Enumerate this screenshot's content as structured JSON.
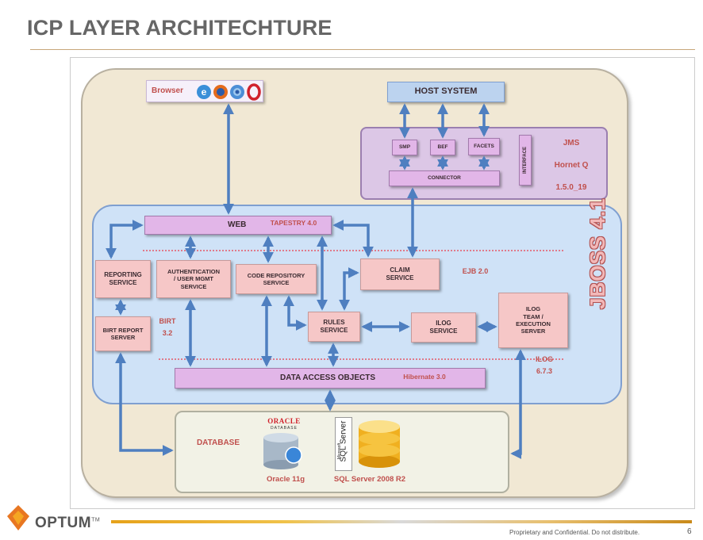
{
  "slide": {
    "title": "ICP LAYER ARCHITECHTURE",
    "logo": "OPTUM",
    "logo_tm": "TM",
    "confidential": "Proprietary and Confidential. Do not distribute.",
    "page_number": "6"
  },
  "browser": {
    "label": "Browser",
    "icons": [
      "internet-explorer-icon",
      "firefox-icon",
      "chrome-icon",
      "opera-icon"
    ]
  },
  "host": {
    "label": "HOST SYSTEM"
  },
  "jms": {
    "boxes": [
      "SMP",
      "BEF",
      "FACETS"
    ],
    "connector": "CONNECTOR",
    "interface": "INTERFACE",
    "label": "JMS",
    "product": "Hornet Q",
    "version": "1.5.0_19"
  },
  "jboss": {
    "label": "JBOSS 4.1",
    "web": "WEB",
    "tapestry": "TAPESTRY 4.0",
    "reporting": "REPORTING\nSERVICE",
    "authentication": "AUTHENTICATION\n/ USER MGMT\nSERVICE",
    "code_repository": "CODE REPOSITORY\nSERVICE",
    "claim": "CLAIM\nSERVICE",
    "ejb": "EJB 2.0",
    "birt_server": "BIRT REPORT\nSERVER",
    "birt_version": "BIRT\n3.2",
    "rules": "RULES\nSERVICE",
    "ilog_service": "ILOG\nSERVICE",
    "ilog_team": "ILOG\nTEAM /\nEXECUTION\nSERVER",
    "ilog_version": "ILOG\n6.7.3",
    "dao": "DATA ACCESS OBJECTS",
    "hibernate": "Hibernate 3.0"
  },
  "database": {
    "label": "DATABASE",
    "oracle_logo": "ORACLE",
    "oracle_sub": "DATABASE",
    "oracle_caption": "Oracle 11g",
    "sql_logo": "SQL Server",
    "sql_microsoft": "Microsoft",
    "sql_caption": "SQL Server 2008 R2"
  },
  "colors": {
    "outer_panel": "#f1e8d4",
    "jboss_panel": "#cfe2f7",
    "jms_panel": "#dcc7e6",
    "service_box": "#f6c7c7",
    "lavender_box": "#e2b6e8",
    "arrow": "#4f7fc0",
    "label_red": "#c0504d",
    "title_gray": "#666666"
  }
}
